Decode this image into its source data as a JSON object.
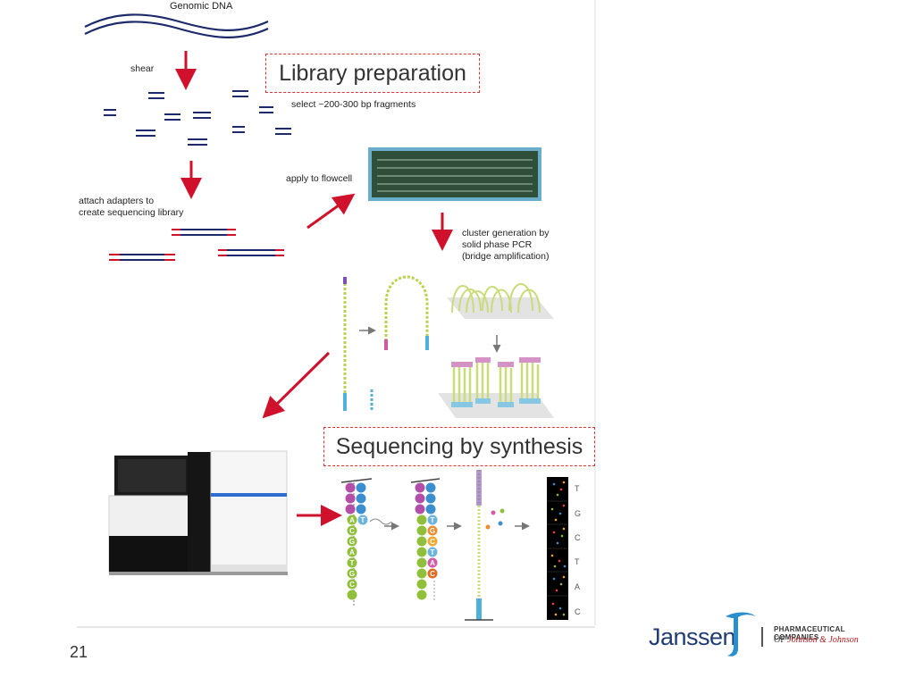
{
  "slide": {
    "number": "21"
  },
  "diagram": {
    "genomic_dna_label": "Genomic DNA",
    "shear_label": "shear",
    "select_label": "select ~200-300 bp fragments",
    "adapters_label_line1": "attach adapters to",
    "adapters_label_line2": "create sequencing library",
    "flowcell_label": "apply to flowcell",
    "cluster_label_line1": "cluster generation by",
    "cluster_label_line2": "solid phase PCR",
    "cluster_label_line3": "(bridge amplification)",
    "library_box_label": "Library preparation",
    "sbs_box_label": "Sequencing by synthesis",
    "seq_bases_left": [
      "A",
      "T",
      "C",
      "G",
      "A",
      "T",
      "G",
      "C"
    ],
    "seq_bases_right": [
      "T",
      "G",
      "C",
      "T",
      "A",
      "C"
    ],
    "image_letters": [
      "T",
      "G",
      "C",
      "T",
      "A",
      "C"
    ]
  },
  "logo": {
    "wordmark": "Janssen",
    "pharma_line": "PHARMACEUTICAL COMPANIES",
    "jj_prefix": "OF",
    "jj_line": "Johnson & Johnson"
  },
  "colors": {
    "arrow_red": "#d0112b",
    "dna_navy": "#1c2a6b",
    "flowcell_green": "#2f4f3a",
    "flowcell_border": "#6aaecb"
  }
}
